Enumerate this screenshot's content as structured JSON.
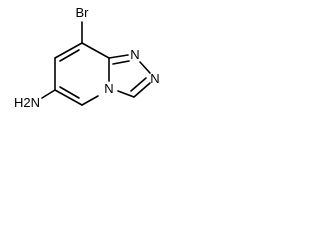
{
  "molecule": {
    "labels": {
      "bromine": "Br",
      "amine": "H2N",
      "n_bridge": "N",
      "n_top": "N",
      "n_upper_right": "N"
    }
  }
}
